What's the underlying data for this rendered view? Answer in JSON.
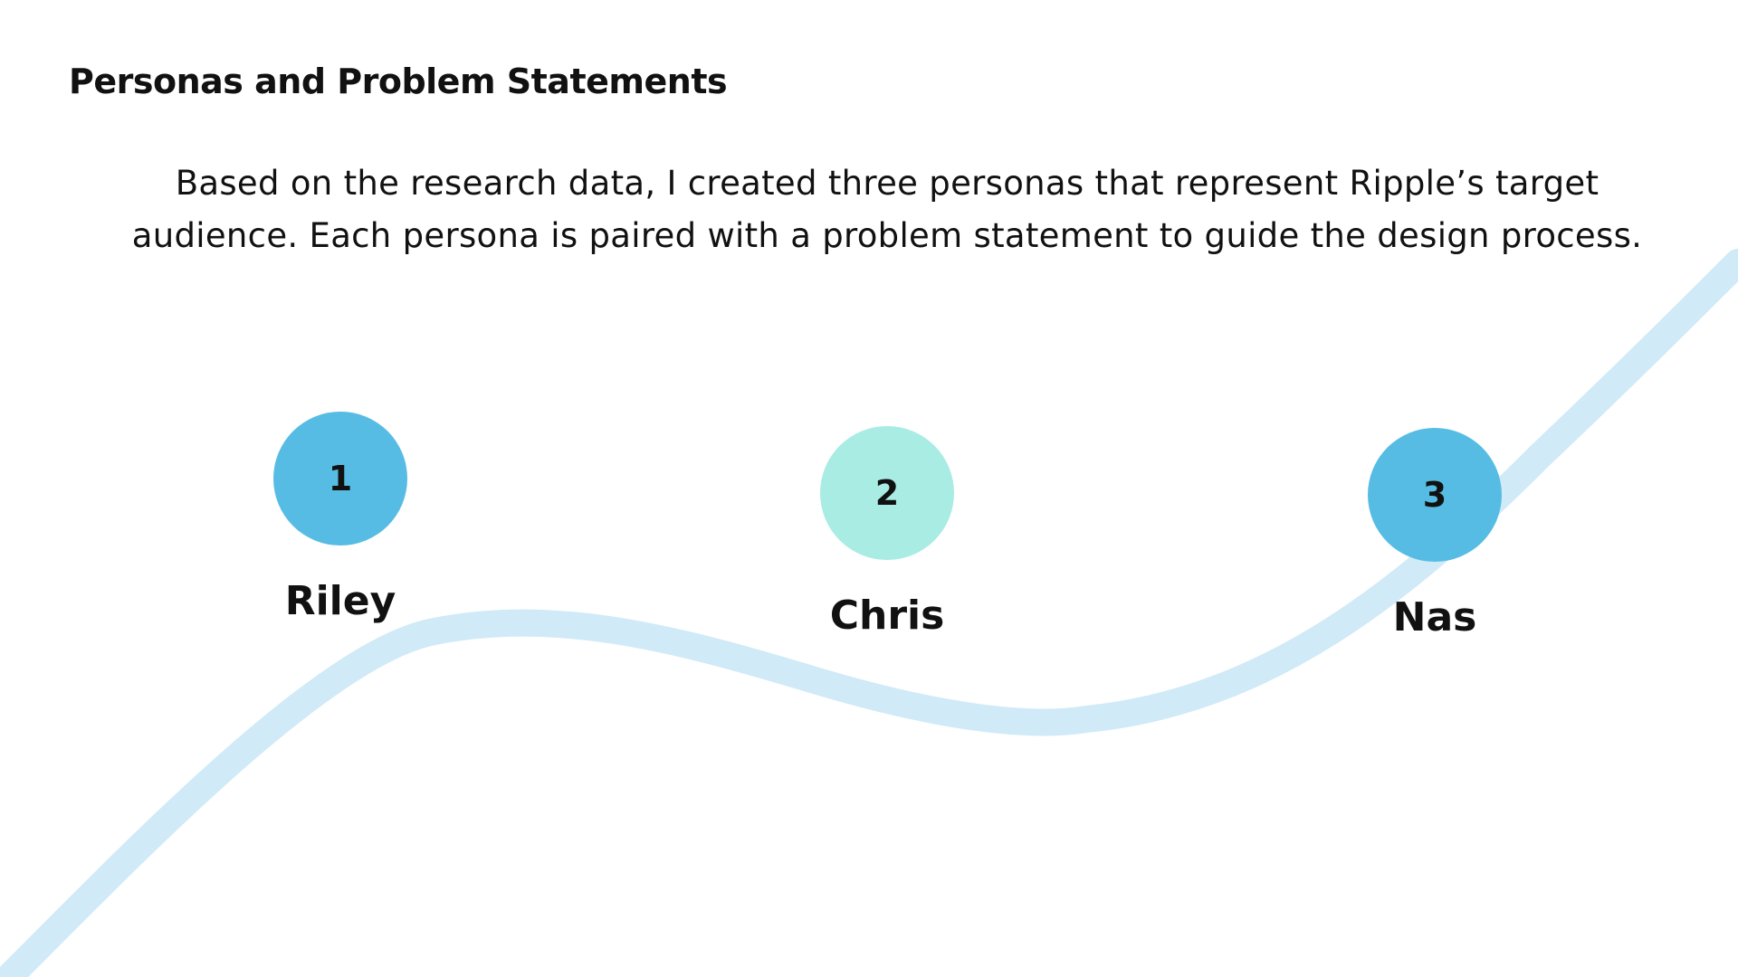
{
  "page": {
    "title": "Personas and Problem Statements",
    "intro_lines": [
      "Based on the research data, I created three personas that represent Ripple’s target",
      "audience. Each persona is paired with a problem statement to guide the design process."
    ]
  },
  "personas": [
    {
      "number": "1",
      "name": "Riley",
      "color": "#57BCE3"
    },
    {
      "number": "2",
      "name": "Chris",
      "color": "#A8ECE4"
    },
    {
      "number": "3",
      "name": "Nas",
      "color": "#57BCE3"
    }
  ],
  "colors": {
    "wave": "#D0EAF7",
    "text": "#111111",
    "background": "#FFFFFF"
  }
}
